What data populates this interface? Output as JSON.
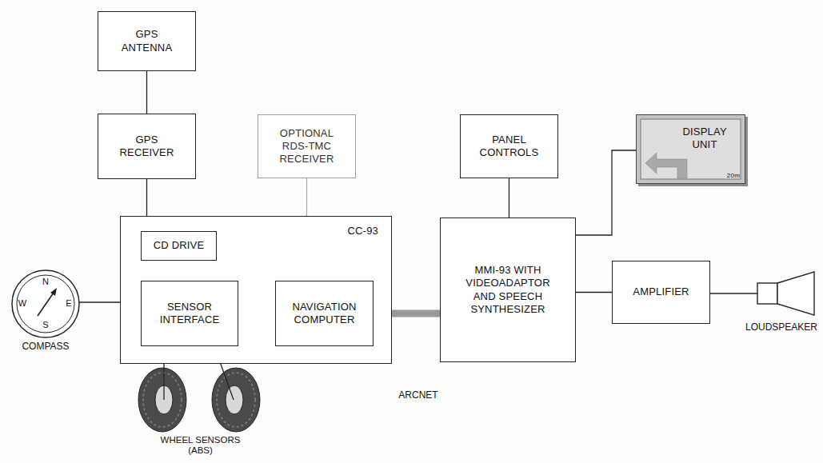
{
  "diagram": {
    "nodes": [
      {
        "text": [
          "GPS ANTENNA"
        ]
      },
      {
        "text": [
          "GPS RECEIVER"
        ]
      },
      {
        "text": [
          "OPTIONAL RDS-TMC RECEIVER"
        ]
      },
      {
        "text": [
          "PANEL CONTROLS"
        ]
      },
      {
        "text": [
          "DISPLAY UNIT",
          "20m"
        ]
      },
      {
        "text": [
          "CC-93"
        ]
      },
      {
        "text": [
          "CD DRIVE"
        ],
        "in": 5
      },
      {
        "text": [
          "SENSOR INTERFACE"
        ],
        "in": 5
      },
      {
        "text": [
          "NAVIGATION COMPUTER"
        ],
        "in": 5
      },
      {
        "text": [
          "MMI-93 WITH VIDEOADAPTOR AND SPEECH SYNTHESIZER"
        ]
      },
      {
        "text": [
          "AMPLIFIER"
        ]
      }
    ],
    "edges": [
      {
        "from": 0,
        "to": 1,
        "arrow": "none"
      },
      {
        "from": 1,
        "to": 5,
        "arrow": "none"
      },
      {
        "from": 2,
        "to": 5,
        "arrow": "none"
      },
      {
        "from": 3,
        "to": 9,
        "arrow": "none"
      },
      {
        "from": 7,
        "to": 8,
        "arrow": "none"
      },
      {
        "from": 8,
        "to": 9,
        "arrow": "none"
      },
      {
        "from": 9,
        "to": 4,
        "arrow": "none"
      },
      {
        "from": 9,
        "to": 10,
        "arrow": "none"
      }
    ],
    "labels": [
      "N",
      "W",
      "E",
      "S",
      "COMPASS",
      "WHEEL SENSORS (ABS)",
      "ARCNET",
      "LOUDSPEAKER"
    ]
  }
}
